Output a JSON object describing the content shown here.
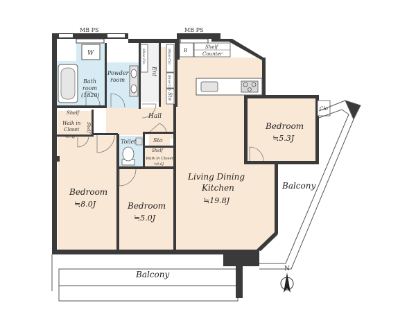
{
  "rooms": {
    "mb_ps_left": "MB PS",
    "mb_ps_right": "MB PS",
    "washer": "W",
    "bath": "Bath",
    "bath_room": "room",
    "bath_size": "(1820)",
    "powder": "Powder",
    "powder_room": "room",
    "shoe_a": "Shoe Clo",
    "shoe_b": "Shoe Clo",
    "shoe_c": "Shoe Clo",
    "ent": "Ent",
    "sto_ent": "Sto",
    "refrigerator": "R",
    "shelf_kitchen": "Shelf",
    "counter": "Counter",
    "hall": "Hall",
    "shelf_wic": "Shelf",
    "walk_in": "Walk in",
    "closet": "Closet",
    "wic_size": "≒1.4J",
    "shelf_side": "Shelf",
    "toilet": "Toilet",
    "sto_hall": "Sto",
    "shelf_wic2": "Shelf",
    "wic2": "Walk in Closet",
    "wic2_size": "≒0.6J",
    "bedroom_left": "Bedroom",
    "bedroom_left_size": "≒8.0J",
    "bedroom_mid": "Bedroom",
    "bedroom_mid_size": "≒5.0J",
    "ldk_line1": "Living Dining",
    "ldk_line2": "Kitchen",
    "ldk_size": "≒19.8J",
    "bedroom_right": "Bedroom",
    "bedroom_right_size": "≒5.3J",
    "clo": "Clo",
    "balcony_right": "Balcony",
    "balcony_bottom": "Balcony",
    "north": "N"
  },
  "colors": {
    "wall": "#3a3a3a",
    "floor_wood": "#fae8d6",
    "floor_wet": "#d7ebf4",
    "floor_plain": "#ffffff",
    "fixture": "#dcdcdc"
  }
}
